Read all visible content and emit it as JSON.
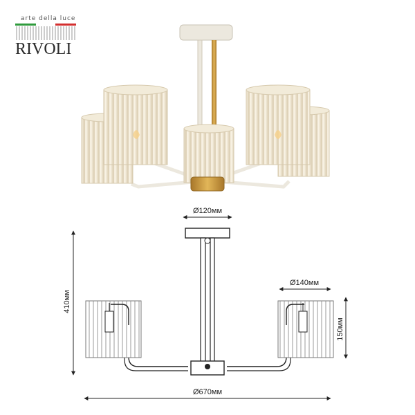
{
  "brand": {
    "tagline": "arte della luce",
    "name": "RIVOLI"
  },
  "dimensions": {
    "mount_diameter": "Ø120мм",
    "shade_diameter": "Ø140мм",
    "height": "410мм",
    "shade_height": "150мм",
    "total_diameter": "Ø670мм"
  },
  "colors": {
    "flag_green": "#2e9a3c",
    "flag_red": "#d32f2f",
    "brass": "#c89a3a",
    "frame": "#ece8de",
    "shade": "#f3ead8"
  }
}
